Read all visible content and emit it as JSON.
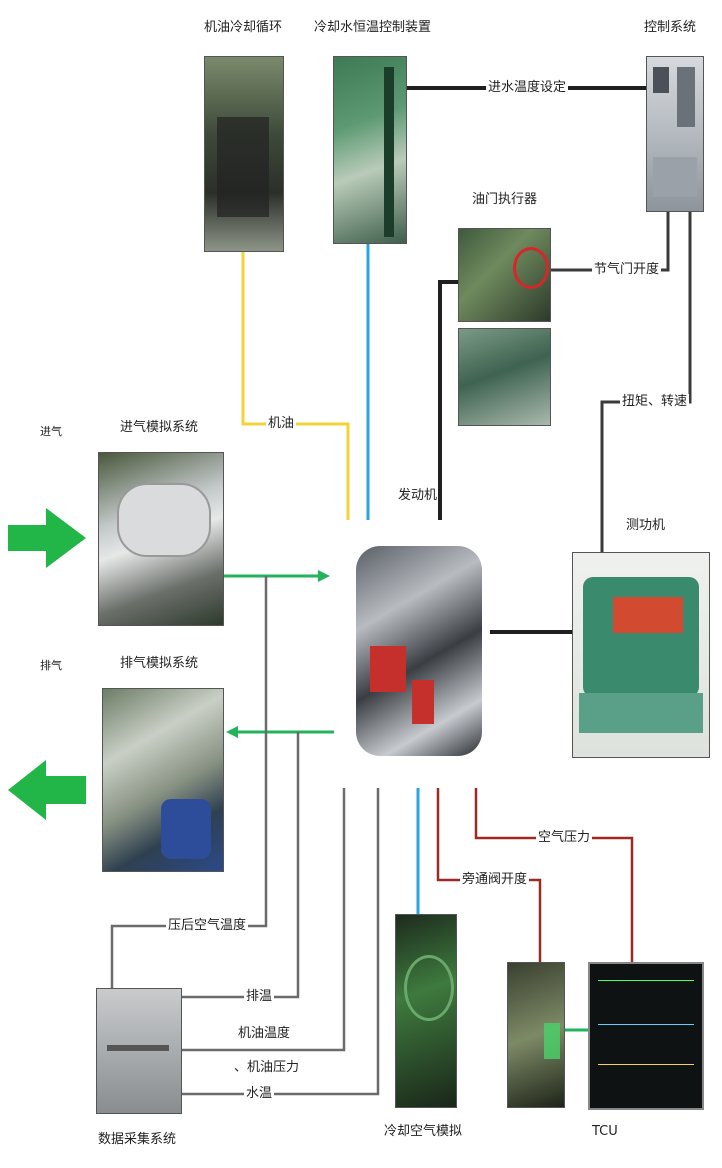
{
  "components": {
    "oil_cooling": "机油冷却循环",
    "coolant_temp_control": "冷却水恒温控制装置",
    "control_system": "控制系统",
    "throttle_actuator": "油门执行器",
    "engine": "发动机",
    "dynamometer": "测功机",
    "intake_sim": "进气模拟系统",
    "exhaust_sim": "排气模拟系统",
    "data_acquisition": "数据采集系统",
    "cooling_air_sim": "冷却空气模拟",
    "tcu": "TCU"
  },
  "flows": {
    "intake": "进气",
    "exhaust": "排气"
  },
  "connections": {
    "inlet_water_temp_setting": "进水温度设定",
    "throttle_opening": "节气门开度",
    "torque_speed": "扭矩、转速",
    "oil": "机油",
    "post_comp_air_temp": "压后空气温度",
    "exhaust_temp": "排温",
    "oil_temp_line1": "机油温度",
    "oil_temp_line2": "、机油压力",
    "water_temp": "水温",
    "bypass_valve_opening": "旁通阀开度",
    "air_pressure": "空气压力"
  },
  "colors": {
    "oil_line": "#f2d33a",
    "water_line": "#2aa6df",
    "air_flow": "#22b35c",
    "signal_dark": "#2a2a2a",
    "signal_gray": "#6b6b6b",
    "signal_red": "#9c2a22",
    "big_arrow": "#22b548"
  }
}
